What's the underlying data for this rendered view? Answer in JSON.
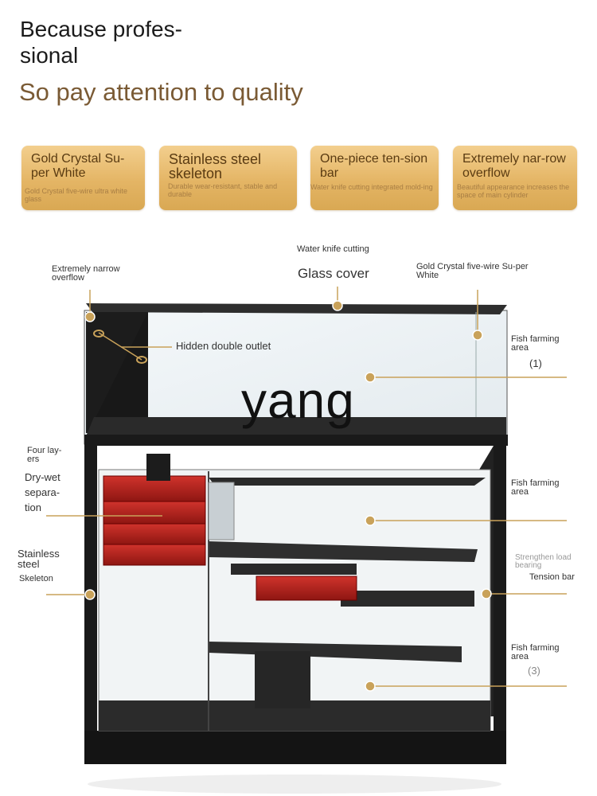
{
  "header": {
    "headline": "Because profes-sional",
    "subhead": "So pay attention to quality"
  },
  "features": [
    {
      "title": "Gold Crystal Su-per White",
      "desc": "Gold Crystal five-wire ultra white glass"
    },
    {
      "title": "Stainless steel skeleton",
      "desc": "Durable wear-resistant, stable and durable"
    },
    {
      "title": "One-piece ten-sion bar",
      "desc": "Water knife cutting integrated mold-ing"
    },
    {
      "title": "Extremely nar-row overflow",
      "desc": "Beautiful appearance increases the space of main cylinder"
    }
  ],
  "labels": {
    "water_knife": "Water knife cutting",
    "glass_cover": "Glass cover",
    "gold_crystal": "Gold Crystal five-wire Su-per White",
    "narrow_overflow": "Extremely narrow overflow",
    "hidden_outlet": "Hidden double outlet",
    "fish_area_1": "Fish farming area",
    "num_1": "(1)",
    "four_layers": "Four lay-ers",
    "dry_wet": "Dry-wet separa-tion",
    "fish_area_2": "Fish farming area",
    "stainless": "Stainless steel",
    "skeleton": "Skeleton",
    "strengthen": "Strengthen load bearing",
    "tension_bar": "Tension bar",
    "fish_area_3": "Fish farming area",
    "num_3": "(3)"
  },
  "watermark": "yang",
  "colors": {
    "feature_gold": "#e4b565",
    "marker": "#c9a25a",
    "frame": "#1a1a1a",
    "filter_red": "#b3201c"
  }
}
